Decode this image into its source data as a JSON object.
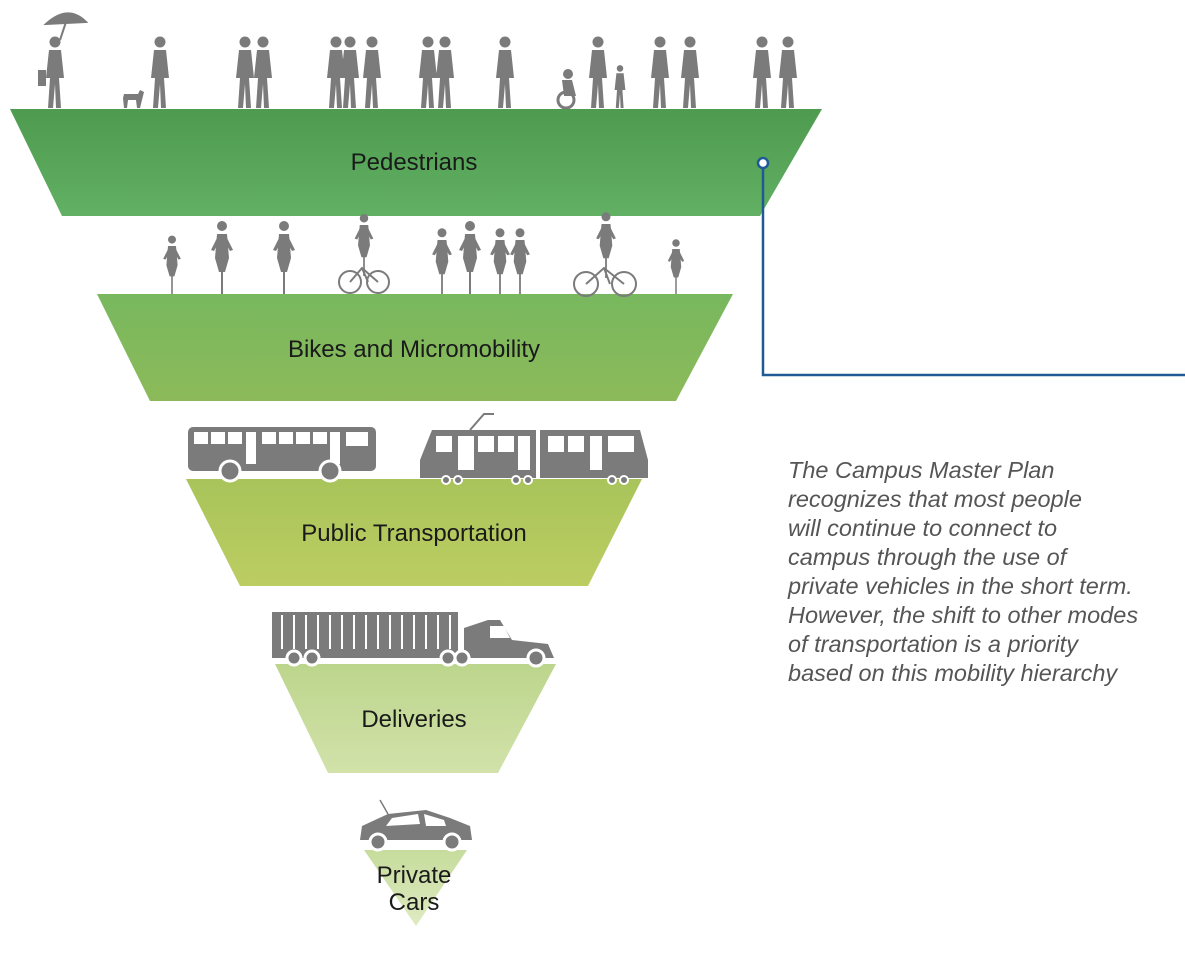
{
  "tiers": [
    {
      "label": "Pedestrians",
      "color": "#5caa5c"
    },
    {
      "label": "Bikes and Micromobility",
      "color": "#82b85a"
    },
    {
      "label": "Public Transportation",
      "color": "#b4c95b"
    },
    {
      "label": "Deliveries",
      "color": "#c8dc9c"
    },
    {
      "label_lines": [
        "Private",
        "Cars"
      ],
      "color": "#d0e2a8"
    }
  ],
  "annotation": {
    "lines": [
      "The Campus Master Plan",
      "recognizes that most people",
      "will continue to connect to",
      "campus through the use of",
      "private vehicles in the short term.",
      "However, the shift to other modes",
      "of transportation is a priority",
      "based on this mobility hierarchy"
    ]
  },
  "colors": {
    "silhouette": "#7b7b7b",
    "callout_line": "#1f5a96",
    "text": "#1a1a1a"
  }
}
